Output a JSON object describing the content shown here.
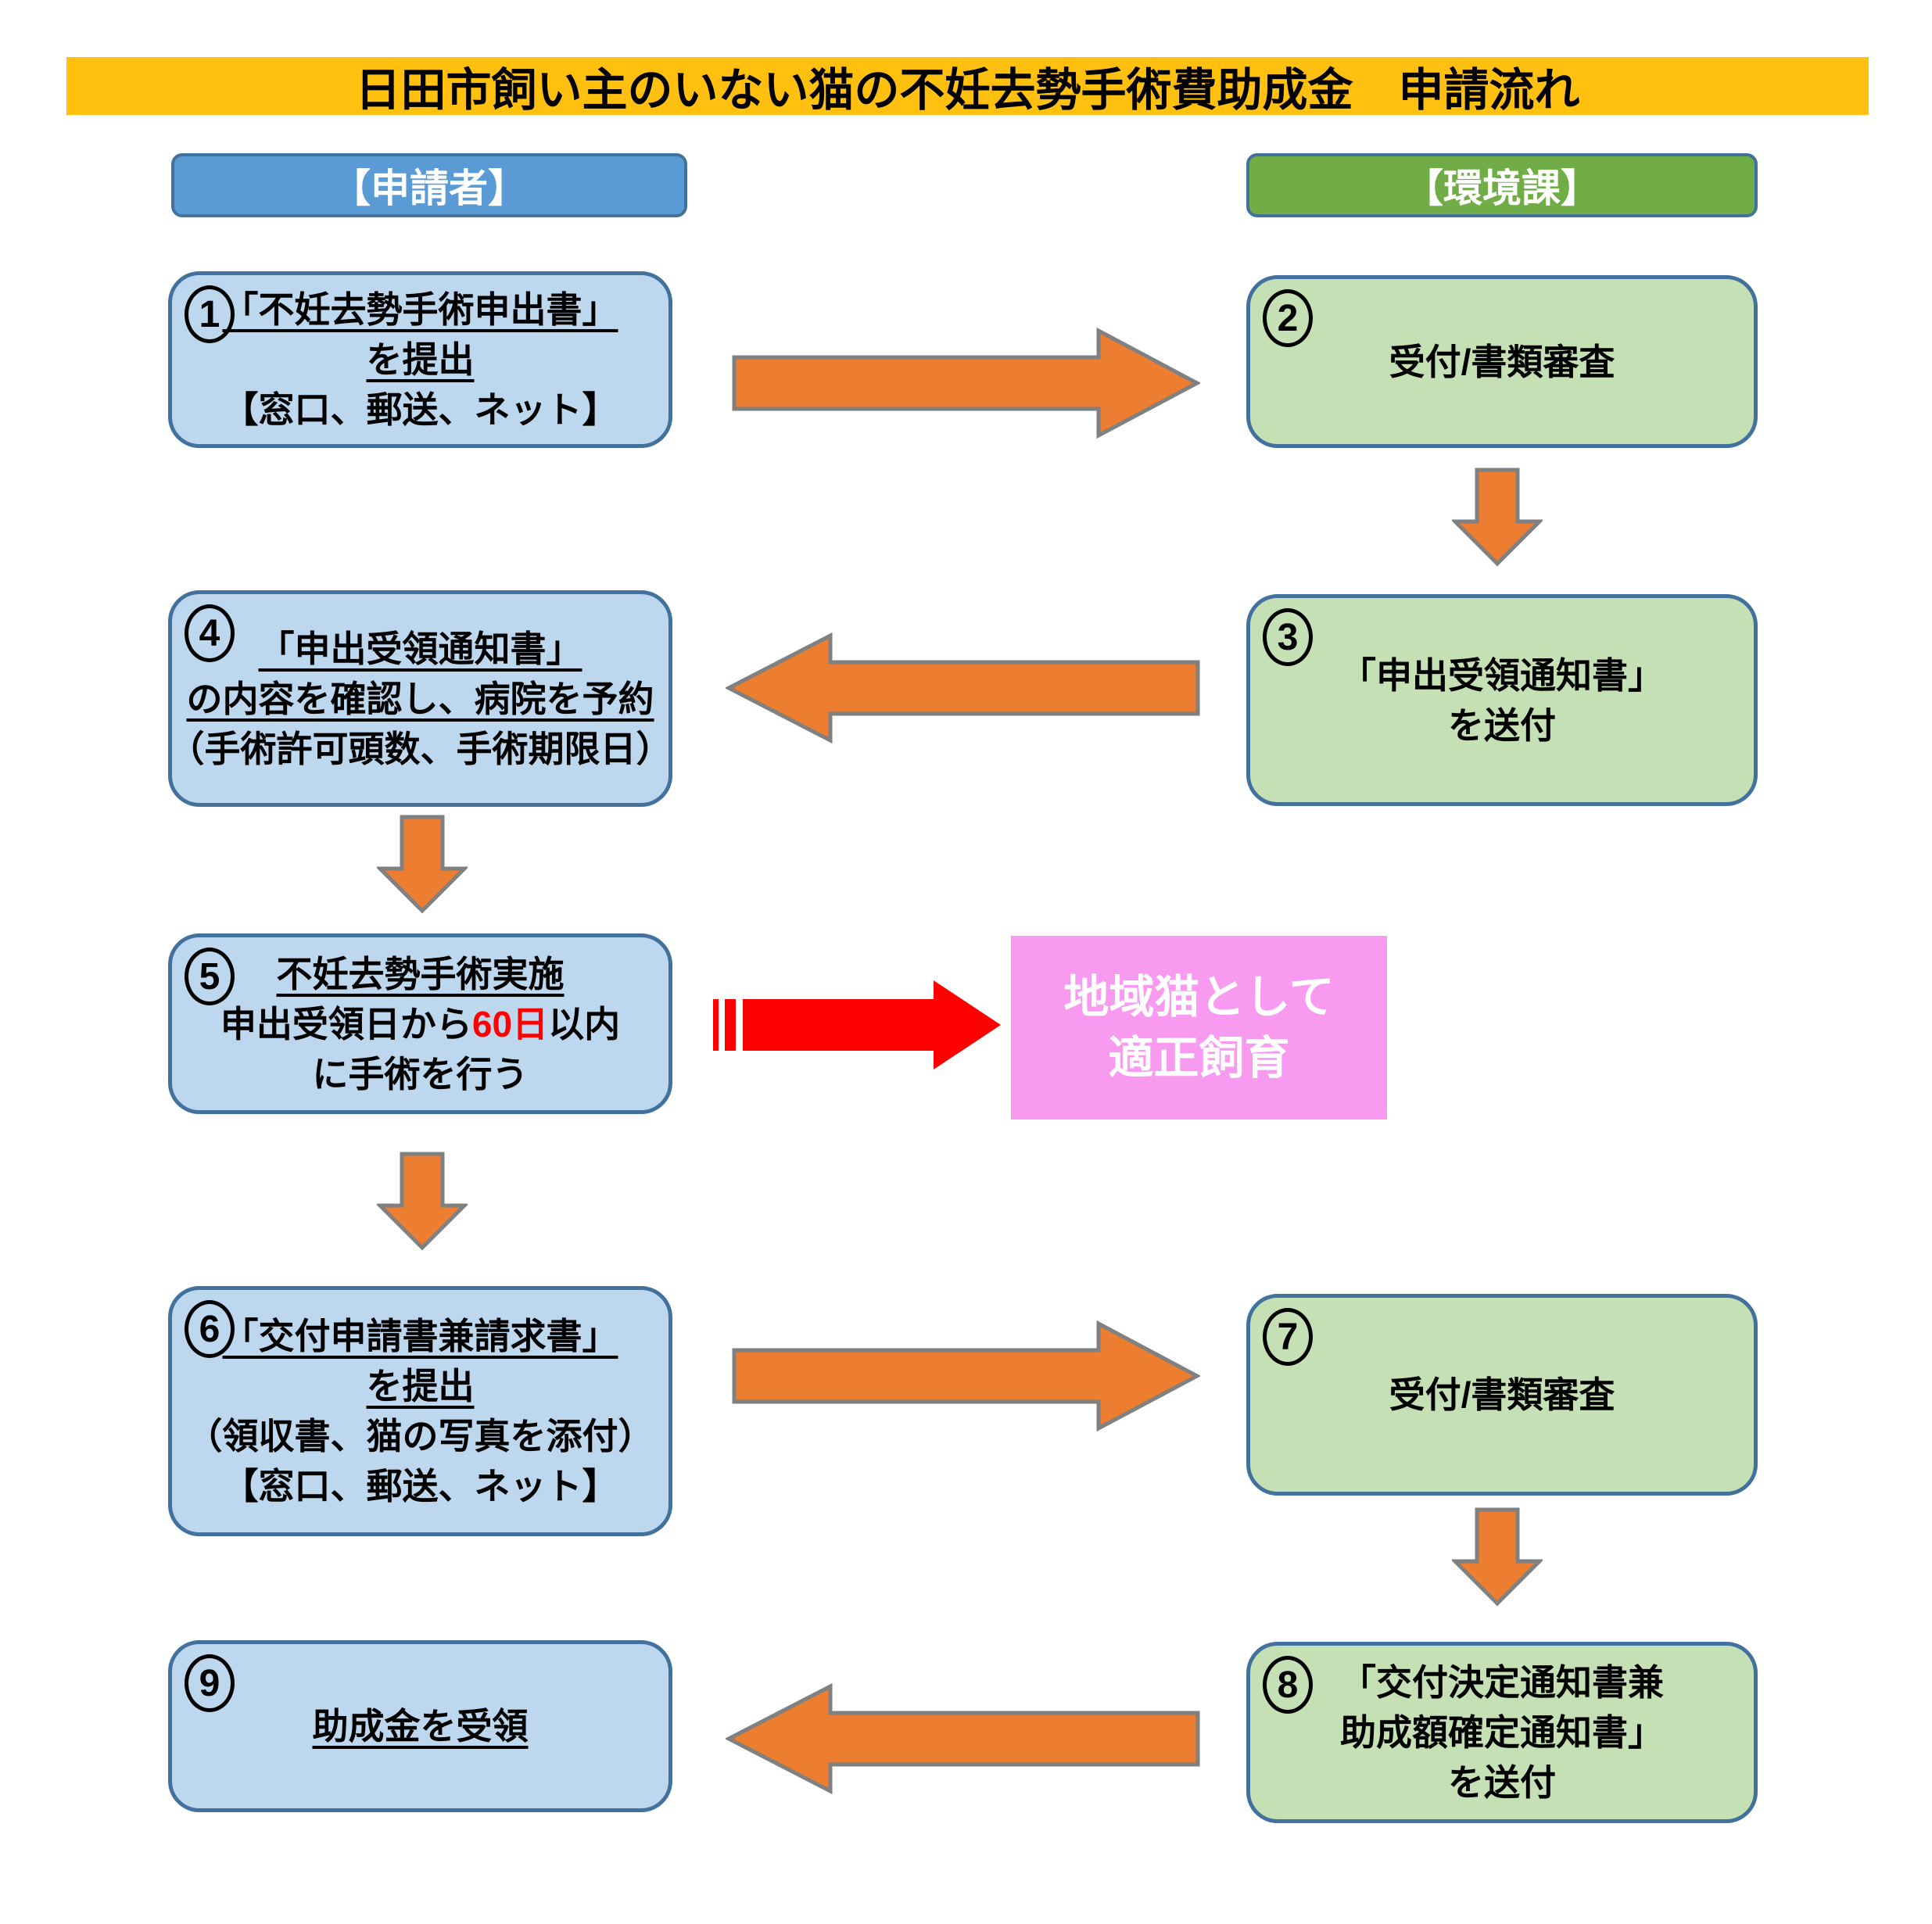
{
  "title": "日田市飼い主のいない猫の不妊去勢手術費助成金　申請流れ",
  "headers": {
    "applicant": "【申請者】",
    "environment": "【環境課】"
  },
  "boxes": {
    "b1": {
      "number": "1",
      "line1": "「不妊去勢手術申出書」",
      "line2": "を提出",
      "line3": "【窓口、郵送、ネット】"
    },
    "b2": {
      "number": "2",
      "line1": "受付/書類審査"
    },
    "b3": {
      "number": "3",
      "line1": "「申出受領通知書」",
      "line2": "を送付"
    },
    "b4": {
      "number": "4",
      "line1": "「申出受領通知書」",
      "line2": "の内容を確認し、病院を予約",
      "line3": "（手術許可頭数、手術期限日）"
    },
    "b5": {
      "number": "5",
      "line1": "不妊去勢手術実施",
      "line2_prefix": "申出受領日から",
      "line2_highlight": "60日",
      "line2_suffix": "以内",
      "line3": "に手術を行う"
    },
    "b6": {
      "number": "6",
      "line1": "「交付申請書兼請求書」",
      "line2": "を提出",
      "line3": "（領収書、猫の写真を添付）",
      "line4": "【窓口、郵送、ネット】"
    },
    "b7": {
      "number": "7",
      "line1": "受付/書類審査"
    },
    "b8": {
      "number": "8",
      "line1": "「交付決定通知書兼",
      "line2": "助成額確定通知書」",
      "line3": "を送付"
    },
    "b9": {
      "number": "9",
      "line1": "助成金を受領"
    }
  },
  "pink_box": {
    "line1": "地域猫として",
    "line2": "適正飼育"
  },
  "colors": {
    "title_bg": "#FFC010",
    "applicant_header_bg": "#5B9BD5",
    "environment_header_bg": "#70AD47",
    "blue_box_bg": "#BDD7EE",
    "green_box_bg": "#C5E0B4",
    "box_border": "#41719C",
    "arrow_fill": "#ED7D31",
    "arrow_outline": "#808080",
    "red_arrow": "#FF0000",
    "pink_box_bg": "#F89BF0",
    "highlight_text": "#FF0000"
  }
}
